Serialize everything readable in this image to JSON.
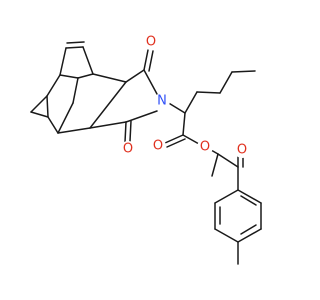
{
  "structure": {
    "atoms": [
      {
        "symbol": "O",
        "color": "#e0301e"
      },
      {
        "symbol": "O",
        "color": "#e0301e"
      },
      {
        "symbol": "N",
        "color": "#3050f8"
      },
      {
        "symbol": "O",
        "color": "#e0301e"
      },
      {
        "symbol": "O",
        "color": "#e0301e"
      },
      {
        "symbol": "O",
        "color": "#e0301e"
      }
    ],
    "bond_color": "#1a1a1a"
  }
}
